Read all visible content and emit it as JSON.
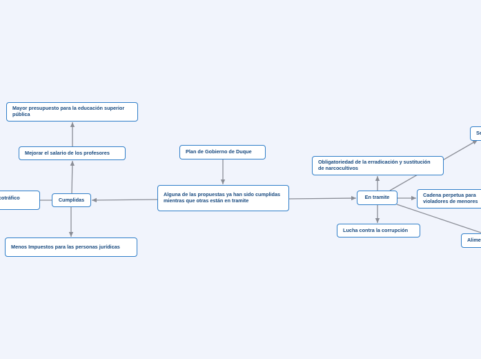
{
  "nodes": {
    "root": "Plan de Gobierno de Duque",
    "main": "Alguna de las propuestas ya han sido cumplidas mientras que otras están en tramite",
    "cumplidas": "Cumplidas",
    "salario": "Mejorar el salario de los profesores",
    "presupuesto": "Mayor presupuesto para la educación superior pública",
    "impuestos": "Menos Impuestos para las personas jurídicas",
    "narco_left": "rcotráfico",
    "en_tramite": "En tramite",
    "obligatoriedad": "Obligatoriedad de la erradicación y sustitución de narcocultivos",
    "corrupcion": "Lucha contra la corrupción",
    "cadena": "Cadena perpetua para violadores de menores",
    "se": "Se",
    "alime": "Alime"
  },
  "colors": {
    "edge": "#8a8d96",
    "border": "#2e7dc8",
    "text": "#16487e",
    "background": "#f1f4fc"
  }
}
